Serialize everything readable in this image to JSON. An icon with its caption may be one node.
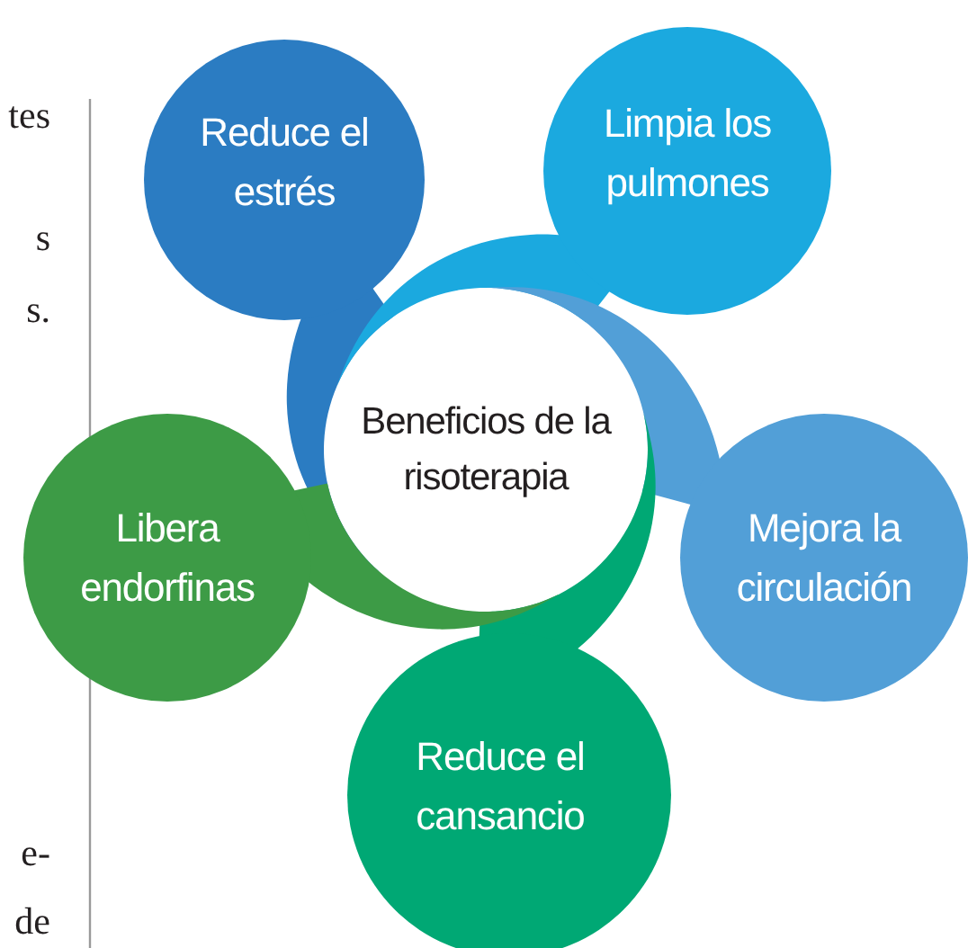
{
  "diagram": {
    "nodes": [
      {
        "text": [
          "Beneficios de la risoterapia"
        ]
      },
      {
        "text": [
          "Reduce el estrés"
        ]
      },
      {
        "text": [
          "Limpia los pulmones"
        ]
      },
      {
        "text": [
          "Mejora la circulación"
        ]
      },
      {
        "text": [
          "Reduce el cansancio"
        ]
      },
      {
        "text": [
          "Libera endorfinas"
        ]
      }
    ],
    "labels": [
      "tes",
      "s",
      "s.",
      "e-",
      "de"
    ]
  }
}
